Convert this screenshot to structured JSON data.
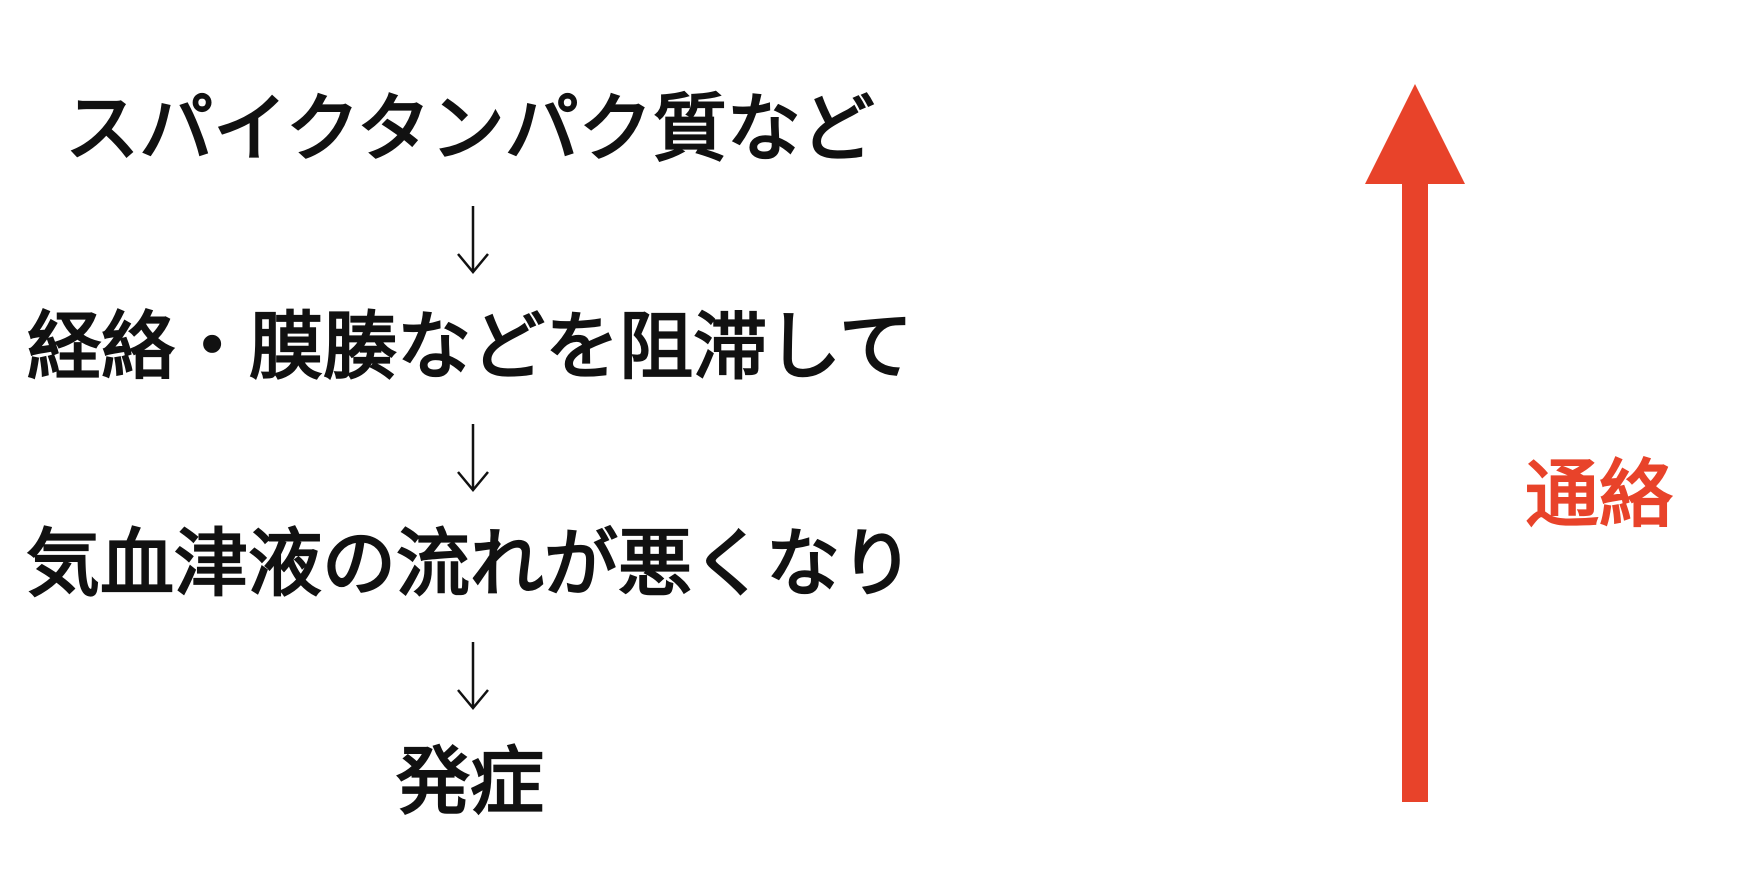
{
  "flow": {
    "steps": [
      {
        "label": "スパイクタンパク質など"
      },
      {
        "label": "経絡・膜腠などを阻滞して"
      },
      {
        "label": "気血津液の流れが悪くなり"
      },
      {
        "label": "発症"
      }
    ],
    "arrow_icon": "down-arrow-icon"
  },
  "side": {
    "label": "通絡",
    "arrow_icon": "up-arrow-icon",
    "color": "#e8432a"
  },
  "colors": {
    "text": "#111111",
    "background": "#ffffff"
  }
}
